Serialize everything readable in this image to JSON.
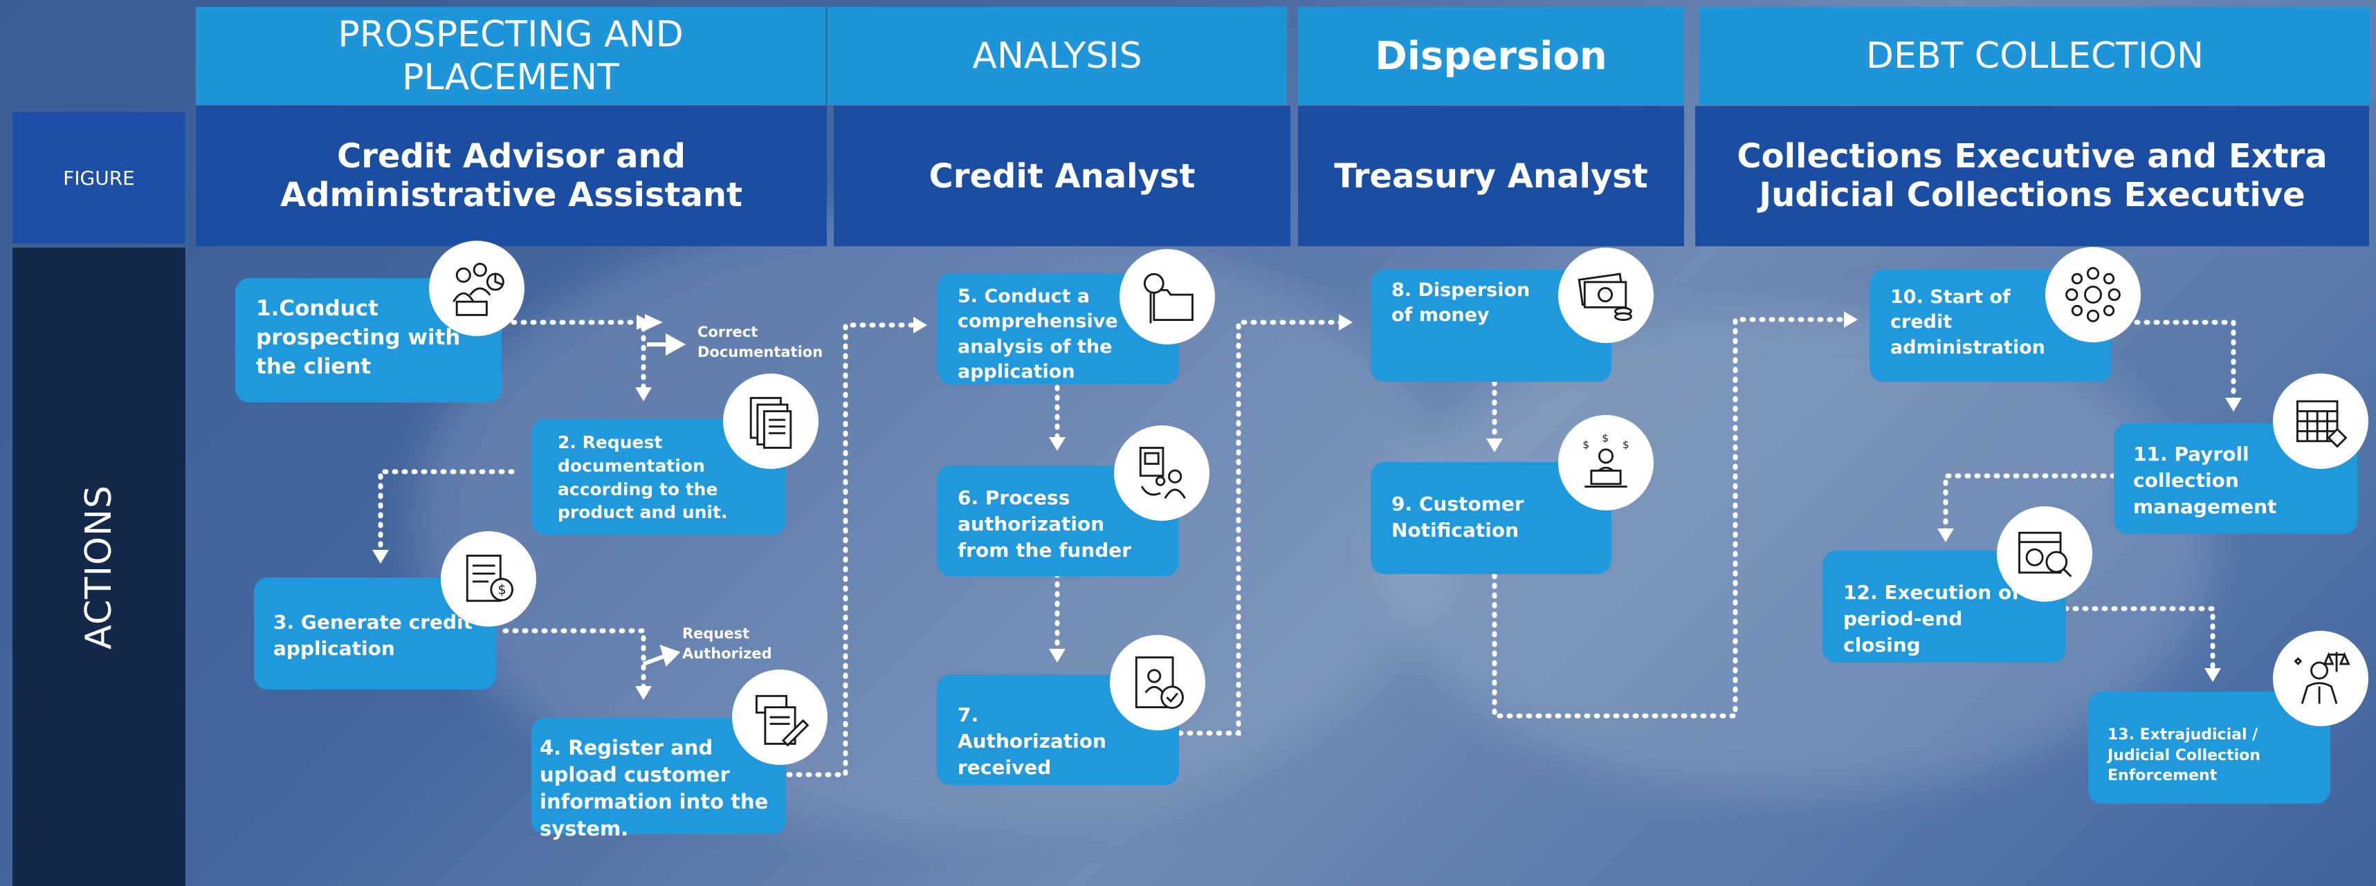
{
  "left": {
    "figure_label": "FIGURE",
    "actions_label": "ACTIONS"
  },
  "stages": [
    {
      "stage": "PROSPECTING AND PLACEMENT",
      "role": "Credit Advisor and Administrative Assistant"
    },
    {
      "stage": "ANALYSIS",
      "role": "Credit Analyst"
    },
    {
      "stage": "Dispersion",
      "role": "Treasury Analyst"
    },
    {
      "stage": "DEBT COLLECTION",
      "role": "Collections Executive and Extra Judicial Collections Executive"
    }
  ],
  "steps": [
    {
      "label": "1.Conduct prospecting with the client",
      "icon": "team-chart-icon"
    },
    {
      "label": "2. Request documentation according to the product and unit.",
      "icon": "documents-icon"
    },
    {
      "label": "3. Generate credit application",
      "icon": "invoice-money-icon"
    },
    {
      "label": "4. Register and upload customer information into the system.",
      "icon": "form-edit-icon"
    },
    {
      "label": "5. Conduct a comprehensive analysis of the application",
      "icon": "folder-search-icon"
    },
    {
      "label": "6. Process authorization from the funder",
      "icon": "authorization-person-icon"
    },
    {
      "label": "7. Authorization received",
      "icon": "certificate-check-icon"
    },
    {
      "label": "8. Dispersion of money",
      "icon": "cash-coins-icon"
    },
    {
      "label": "9. Customer Notification",
      "icon": "laptop-user-money-icon"
    },
    {
      "label": "10. Start of credit administration",
      "icon": "finance-network-icon"
    },
    {
      "label": "11. Payroll collection management",
      "icon": "calendar-payroll-icon"
    },
    {
      "label": "12. Execution of period-end closing",
      "icon": "calendar-search-icon"
    },
    {
      "label": "13. Extrajudicial / Judicial Collection Enforcement",
      "icon": "lawyer-justice-icon"
    }
  ],
  "notes": {
    "correct_documentation": "Correct Documentation",
    "request_authorized": "Request Authorized"
  },
  "colors": {
    "header_blue": "#1d95d8",
    "role_blue": "#1b4ea3",
    "card_blue": "#1f98dc",
    "left_dark": "#14294a",
    "figure_blue": "#1d4fa6"
  }
}
